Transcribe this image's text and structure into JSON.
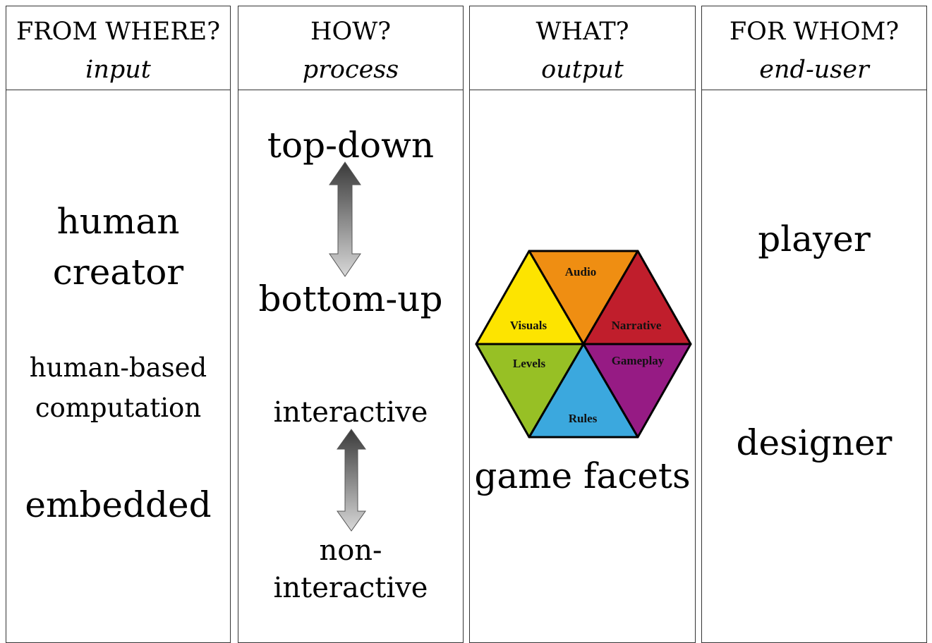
{
  "columns": [
    {
      "question": "FROM WHERE?",
      "subtitle": "input",
      "items": [
        "human",
        "creator",
        "human-based",
        "computation",
        "embedded"
      ]
    },
    {
      "question": "HOW?",
      "subtitle": "process",
      "items": [
        "top-down",
        "bottom-up",
        "interactive",
        "non-",
        "interactive"
      ]
    },
    {
      "question": "WHAT?",
      "subtitle": "output",
      "caption": "game facets",
      "facets": [
        "Audio",
        "Narrative",
        "Gameplay",
        "Rules",
        "Levels",
        "Visuals"
      ]
    },
    {
      "question": "FOR WHOM?",
      "subtitle": "end-user",
      "items": [
        "player",
        "designer"
      ]
    }
  ],
  "colors": {
    "audio": "#EF8E12",
    "narrative": "#C01E2C",
    "gameplay": "#961B84",
    "rules": "#3BA8DE",
    "levels": "#97C025",
    "visuals": "#FDE400"
  }
}
